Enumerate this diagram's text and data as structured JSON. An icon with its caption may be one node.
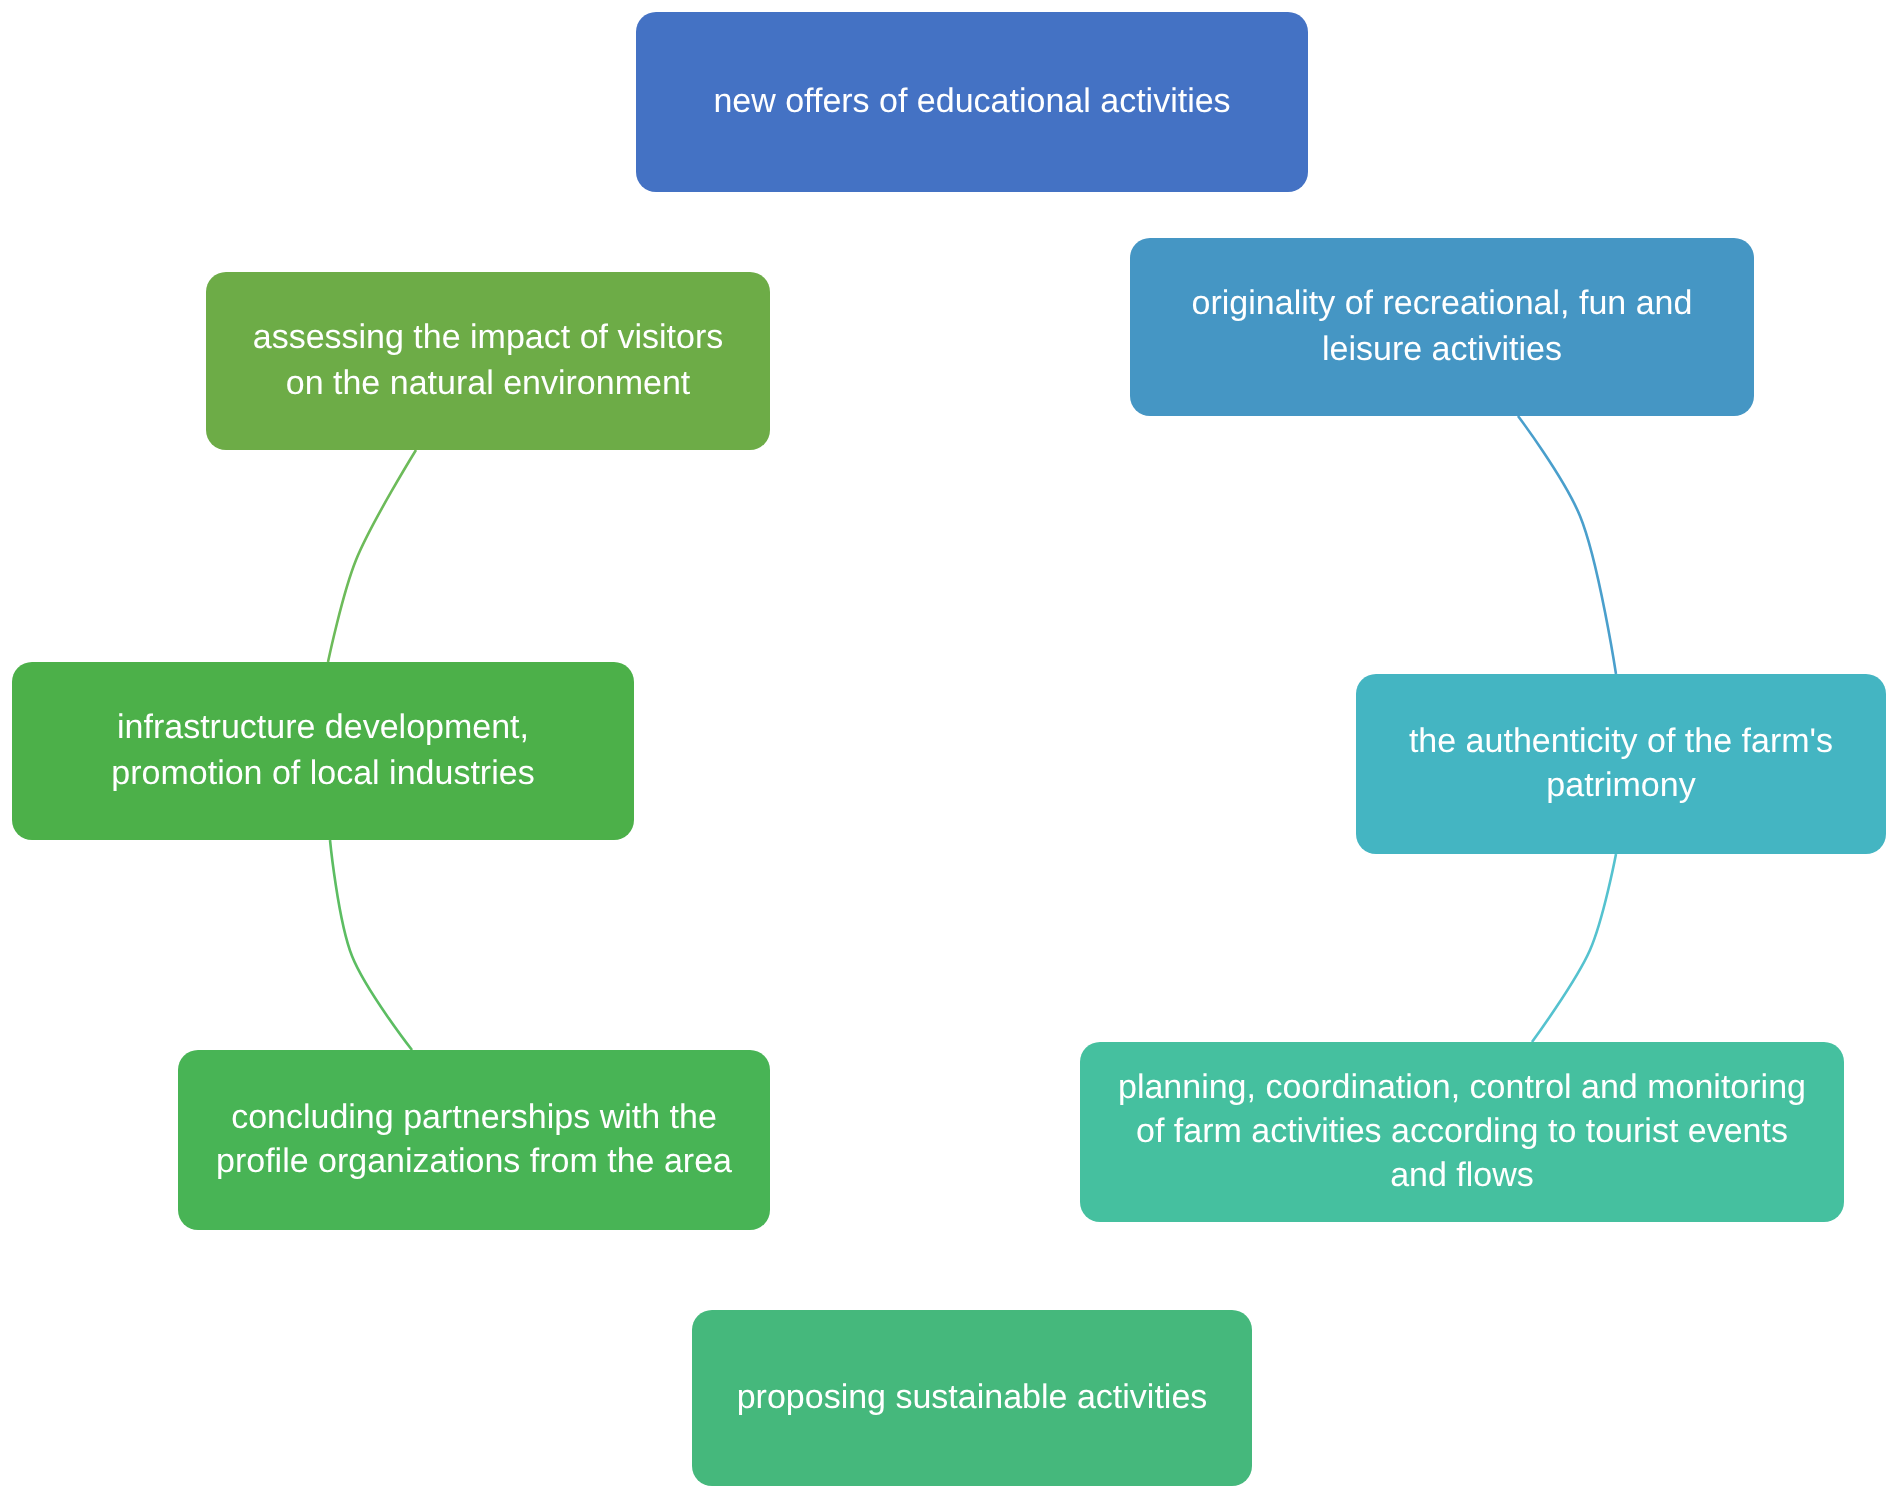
{
  "diagram": {
    "nodes": [
      {
        "text": [
          "new offers of educational activities"
        ]
      },
      {
        "text": [
          "originality of recreational, fun and leisure activities"
        ]
      },
      {
        "text": [
          "the authenticity of the farm's patrimony"
        ]
      },
      {
        "text": [
          "planning, coordination, control and monitoring of farm activities according to tourist events and flows"
        ]
      },
      {
        "text": [
          "proposing sustainable activities"
        ]
      },
      {
        "text": [
          "concluding partnerships with the profile organizations from the area"
        ]
      },
      {
        "text": [
          "infrastructure development, promotion of local industries"
        ]
      },
      {
        "text": [
          "assessing the impact of visitors on the natural environment"
        ]
      }
    ],
    "edges": [
      {
        "from": 1,
        "to": 2,
        "arrow": "none",
        "color": "#4a9fcc"
      },
      {
        "from": 2,
        "to": 3,
        "arrow": "none",
        "color": "#55c2cf"
      },
      {
        "from": 5,
        "to": 6,
        "arrow": "none",
        "color": "#5cbd62"
      },
      {
        "from": 6,
        "to": 7,
        "arrow": "none",
        "color": "#6dbb5a"
      }
    ]
  }
}
